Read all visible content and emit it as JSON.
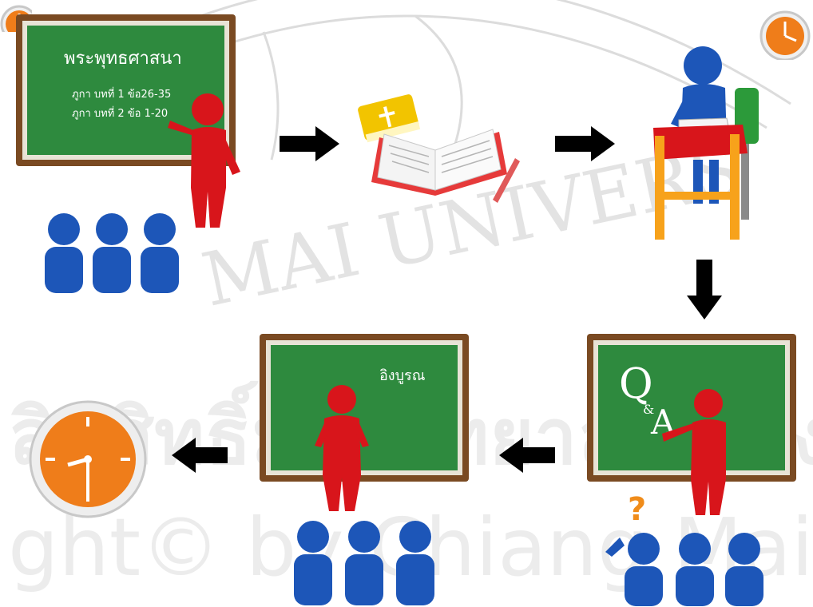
{
  "watermark": {
    "arc_text": "MAI UNIVERS",
    "thai_line": "ลิขสิทธิ์มหาวิทยาลัยเชียงใหม่",
    "copyright_line": "ght© by Chiang Mai Univ"
  },
  "step1_board": {
    "title": "พระพุทธศาสนา",
    "line1": "ภูกา บทที่ 1 ข้อ26-35",
    "line2": "ภูกา บทที่ 2 ข้อ 1-20"
  },
  "step4_board": {
    "q_letter": "Q",
    "amp": "&",
    "a_letter": "A"
  },
  "step5_board": {
    "title": "อิงบูรณ"
  },
  "question_mark": "?",
  "colors": {
    "board_green": "#2e8a3e",
    "board_frame": "#7a4a22",
    "figure_red": "#d8151b",
    "figure_blue": "#1d56b8",
    "arrow": "#000000",
    "clock_orange": "#ef7d1a"
  }
}
